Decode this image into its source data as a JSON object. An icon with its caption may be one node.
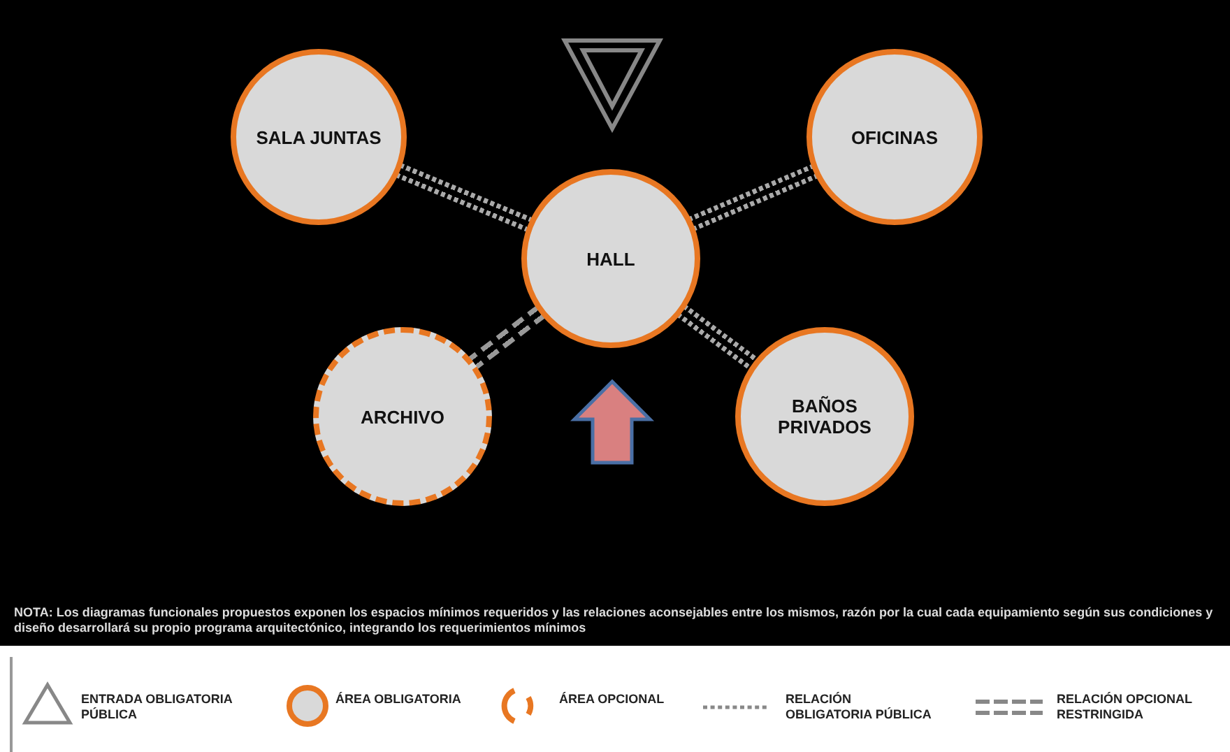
{
  "diagram": {
    "nodes": [
      {
        "text": [
          "SALA JUNTAS"
        ]
      },
      {
        "text": [
          "OFICINAS"
        ]
      },
      {
        "text": [
          "HALL"
        ]
      },
      {
        "text": [
          "ARCHIVO"
        ]
      },
      {
        "text": [
          "BAÑOS PRIVADOS"
        ]
      }
    ],
    "edges": [
      {
        "from": 2,
        "to": 0,
        "arrow": "none"
      },
      {
        "from": 2,
        "to": 1,
        "arrow": "none"
      },
      {
        "from": 2,
        "to": 3,
        "arrow": "none",
        "style": "dashed"
      },
      {
        "from": 2,
        "to": 4,
        "arrow": "none"
      }
    ],
    "labels": [
      "NOTA: Los diagramas funcionales propuestos exponen los espacios mínimos requeridos y las relaciones aconsejables entre los mismos, razón por la cual cada equipamiento según sus condiciones y diseño desarrollará su propio programa arquitectónico, integrando los requerimientos mínimos"
    ],
    "legend": [
      {
        "text": "ENTRADA OBLIGATORIA PÚBLICA"
      },
      {
        "text": "ÁREA OBLIGATORIA"
      },
      {
        "text": "ÁREA OPCIONAL"
      },
      {
        "text": "RELACIÓN OBLIGATORIA PÚBLICA"
      },
      {
        "text": "RELACIÓN OPCIONAL RESTRINGIDA"
      }
    ]
  }
}
